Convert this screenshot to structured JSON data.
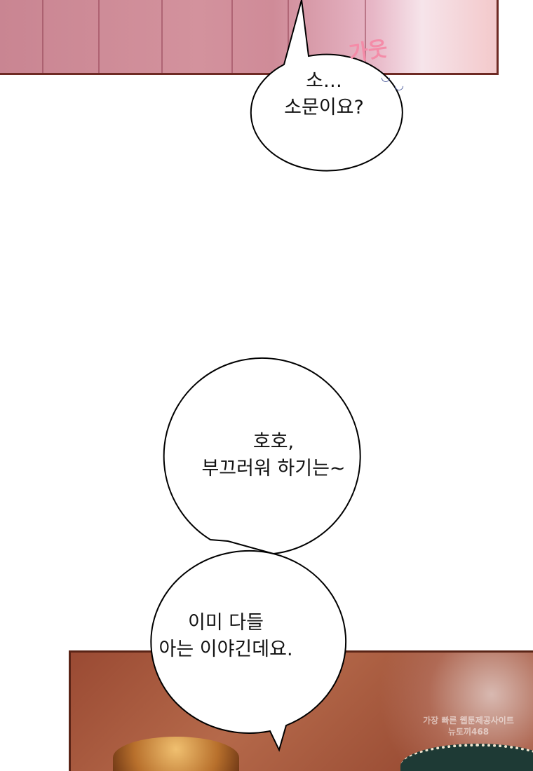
{
  "bubbles": [
    {
      "lines": [
        "소…",
        "소문이요?"
      ]
    },
    {
      "lines": [
        "호호,",
        "부끄러워 하기는~"
      ]
    },
    {
      "lines": [
        "이미 다들",
        "아는 이야긴데요."
      ]
    }
  ],
  "sfx": "가웃",
  "watermark": "가장 빠른 웹툰제공사이트 뉴토끼468"
}
